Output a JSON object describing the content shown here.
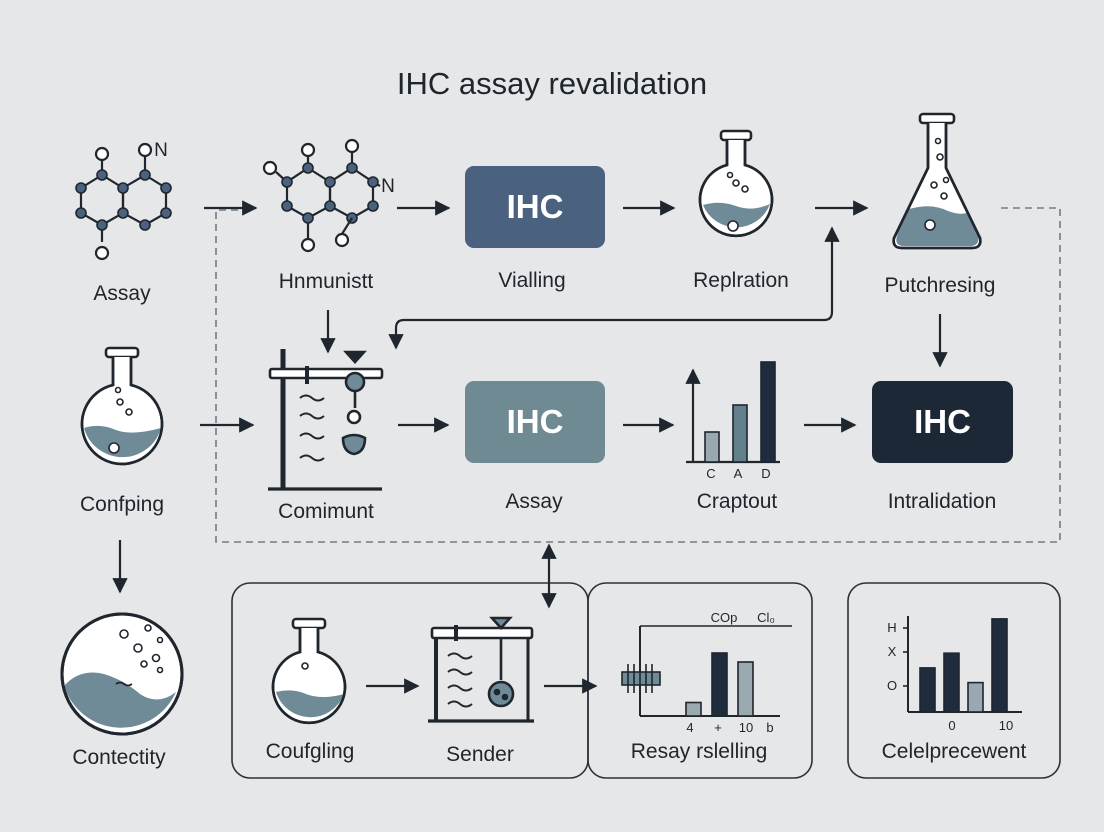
{
  "title": "IHC assay revalidation",
  "colors": {
    "background": "#e6e7e8",
    "ink": "#1f262e",
    "box_blue": "#4a6180",
    "box_slate": "#6f8a93",
    "box_navy": "#1c2836",
    "liquid": "#6f8b97",
    "bar_light": "#9aa9b0",
    "bar_mid": "#61808c",
    "bar_dark": "#1f2c3e"
  },
  "row1": {
    "assay": {
      "label": "Assay",
      "n_label": "N",
      "icon": "molecule-icon"
    },
    "hnmunist": {
      "label": "Hnmunistt",
      "n_label": "N",
      "icon": "molecule-icon"
    },
    "vialling": {
      "label": "Vialling",
      "box_text": "IHC"
    },
    "replration": {
      "label": "Replration",
      "icon": "round-flask-icon"
    },
    "putchresing": {
      "label": "Putchresing",
      "icon": "erlenmeyer-flask-icon"
    }
  },
  "row2": {
    "confping": {
      "label": "Confping",
      "icon": "round-flask-icon"
    },
    "comimunt": {
      "label": "Comimunt",
      "icon": "lab-stand-icon"
    },
    "assay": {
      "label": "Assay",
      "box_text": "IHC"
    },
    "craptout": {
      "label": "Craptout",
      "ticks": [
        "C",
        "A",
        "D"
      ],
      "icon": "bar-chart-icon"
    },
    "intralidation": {
      "label": "Intralidation",
      "box_text": "IHC"
    }
  },
  "row3": {
    "contectity": {
      "label": "Contectity",
      "icon": "petri-dish-icon"
    },
    "coufgling": {
      "label": "Coufgling",
      "icon": "round-flask-icon"
    },
    "sender": {
      "label": "Sender",
      "icon": "lab-stand-icon"
    },
    "resay": {
      "label": "Resay rslelling",
      "legend": [
        "COp",
        "Cl₀"
      ],
      "ticks": [
        "4",
        "+",
        "10",
        "b"
      ],
      "icon": "bar-chart-icon"
    },
    "celelp": {
      "label": "Celelprecewent",
      "y_ticks": [
        "H",
        "X",
        "O"
      ],
      "x_ticks": [
        "0",
        "10"
      ],
      "icon": "bar-chart-icon"
    }
  },
  "chart_data": [
    {
      "type": "bar",
      "categories": [
        "C",
        "A",
        "D"
      ],
      "values": [
        30,
        57,
        100
      ],
      "title": "",
      "xlabel": "",
      "ylabel": "",
      "ylim": [
        0,
        110
      ]
    },
    {
      "type": "bar",
      "categories": [
        "",
        "4",
        "+",
        "10"
      ],
      "series": [
        {
          "name": "COp",
          "values": [
            0,
            15,
            70,
            60
          ]
        }
      ],
      "title": "",
      "xlabel": "",
      "ylabel": "",
      "ylim": [
        0,
        100
      ]
    },
    {
      "type": "bar",
      "categories": [
        "",
        "0",
        "",
        "10"
      ],
      "values": [
        45,
        60,
        30,
        95
      ],
      "title": "",
      "xlabel": "",
      "ylabel": "",
      "ylim": [
        0,
        100
      ]
    }
  ]
}
